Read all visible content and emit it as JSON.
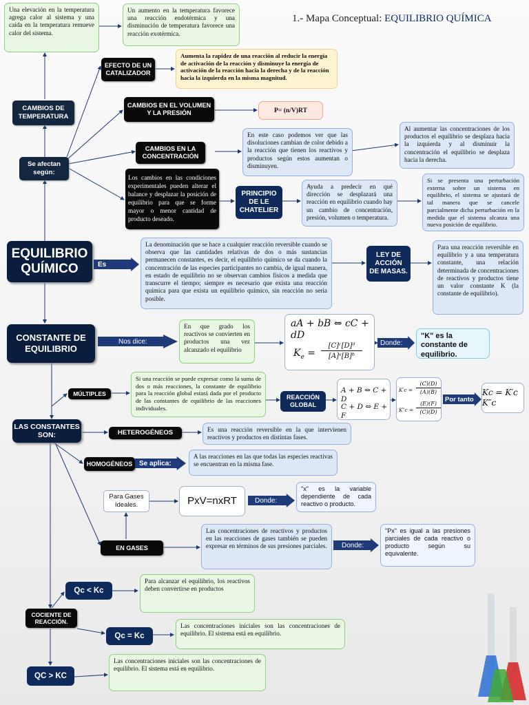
{
  "title": {
    "prefix": "1.- Mapa Conceptual:",
    "main": "EQUILIBRIO QUÍMICA"
  },
  "colors": {
    "dark_label": "#15263f",
    "black": "#0a0a0a",
    "navy": "#0f2a5a",
    "green_fill": "#eaf7e4",
    "blue_fill": "#dde7f5",
    "arrow": "#1e3a78"
  },
  "nodes": {
    "temp_up": "Una elevación en la temperatura agrega calor al sistema y una caída en la temperatura remueve calor del sistema.",
    "temp_reaction": "Un aumento en la temperatura favorece una reacción endotérmica y una disminución de temperatura favorece una reacción exotérmica.",
    "catalyst_label": "EFECTO DE UN CATALIZADOR",
    "catalyst_text": "Aumenta la rapidez de una reacción al reducir la energía de activación de la reacción y disminuye la energía de activación de la reacción hacia la derecha y de la reacción hacia la izquierda en la misma magnitud.",
    "temp_changes": "CAMBIOS DE TEMPERATURA",
    "volume_label": "CAMBIOS EN EL VOLUMEN Y LA PRESIÓN",
    "volume_formula": "P= (n/V)RT",
    "conc_label": "CAMBIOS EN LA CONCENTRACIÓN",
    "conc_text": "En este caso podemos ver que las disoluciones cambian de color debido a la reacción que tienen los reactivos y productos según estos aumentan o disminuyen.",
    "conc_result": "Al aumentar las concentraciones de los productos el equilibrio se desplaza hacia la izquierda y al disminuir la concentración el equilibrio se desplaza hacia la derecha.",
    "affected": "Se afectan según:",
    "conditions": "Los cambios en las condiciones experimentales pueden alterar el balance y desplazar la posición de equilibrio para que se forme mayor o menor cantidad de producto deseado.",
    "chatelier_label": "PRINCIPIO DE LE CHATELIER",
    "chatelier_text": "Ayuda a predecir en qué dirección se desplazará una reacción en equilibrio cuando hay un cambio de concentración, presión, volumen o temperatura.",
    "chatelier_result": "Si se presenta una perturbación externa sobre un sistema en equilibrio, el sistema se ajustará de tal manera que se cancele parcialmente dicha perturbación en la medida que el sistema alcanza una nueva posición de equilibrio.",
    "main": "EQUILIBRIO QUÍMICO",
    "es": "Es",
    "definition": "La denominación que se hace a cualquier reacción reversible cuando se observa que las cantidades relativas de dos o más sustancias permanecen constantes, es decir, el equilibrio químico se da cuando la concentración de las especies participantes no cambia, de igual manera, en estado de equilibrio no se observan cambios físicos a medida que transcurre el tiempo; siempre es necesario que exista una reacción química para que exista un equilibrio químico, sin reacción no seria posible.",
    "mass_law": "LEY DE ACCIÓN DE MASAS.",
    "mass_text": "Para una reacción reversible en equilibrio y a una temperatura constante, una relación determinada de concentraciones de reactivos y productos tiene un valor constante K (la constante de equilibrio).",
    "constant": "CONSTANTE DE EQUILIBRIO",
    "tells": "Nos dice:",
    "degree": "En que grado los reactivos se convierten en productos una vez alcanzado el equilibrio",
    "eq_reaction": "aA + bB ⇔ cC + dD",
    "eq_ke_left": "K",
    "eq_ke_sub": "e",
    "eq_ke_eq": " = ",
    "eq_ke_num": "[C]ᶜ[D]ᵈ",
    "eq_ke_den": "[A]ᵃ[B]ᵇ",
    "where1": "Donde:",
    "k_is": "\"K\" es la constante de equilibrio.",
    "multiple": "MÚLTIPLES",
    "multiple_text": "Si una reacción se puede expresar como la suma de dos o más reacciones, la constante de equilibrio para la reacción global estará dada por el producto de las constantes de equilibrio de las reacciones individuales.",
    "global": "REACCIÓN GLOBAL",
    "eq_r1": "A + B ⇔ C + D",
    "eq_r2": "C + D ⇔ E + F",
    "eq_kc1_l": "K′c =",
    "eq_kc1_num": "(C)(D)",
    "eq_kc1_den": "(A)(B)",
    "eq_kc2_l": "K″c =",
    "eq_kc2_num": "(E)(F)",
    "eq_kc2_den": "(C)(D)",
    "therefore": "Por tanto",
    "eq_final": "Kc = K′c K″c",
    "constants_are": "LAS CONSTANTES SON:",
    "hetero": "HETEROGÉNEOS",
    "hetero_text": "Es una reacción reversible en la que intervienen reactivos y productos en distintas fases.",
    "homo": "HOMOGÉNEOS",
    "applies": "Se aplica:",
    "homo_text": "A las reacciones en las que todas las especies reactivas se encuentran en la misma fase.",
    "ideal_gas": "Para Gases Ideales.",
    "gas_eq": "PxV=nxRT",
    "where2": "Donde:",
    "x_text": "\"x\" es la variable dependiente de cada reactivo o producto.",
    "gases": "EN GASES",
    "gases_text": "Las concentraciones de reactivos y productos en las reacciones de gases también se pueden expresar en términos de sus presiones parciales.",
    "where3": "Donde:",
    "px_text": "\"Px\" es igual a las presiones parciales de cada reactivo o producto según su equivalente.",
    "qc_less": "Qc < Kc",
    "qc_less_text": "Para alcanzar el equilibrio, los reactivos deben convertirse en productos",
    "quotient": "COCIENTE DE REACCIÓN.",
    "qc_eq": "Qc = Kc",
    "qc_eq_text": "Las concentraciones iniciales son las concentraciones de equilibrio. El sistema está en equilibrio.",
    "qc_more": "QC > KC",
    "qc_more_text": "Las concentraciones iniciales son las concentraciones de equilibrio. El sistema está en equilibrio."
  }
}
